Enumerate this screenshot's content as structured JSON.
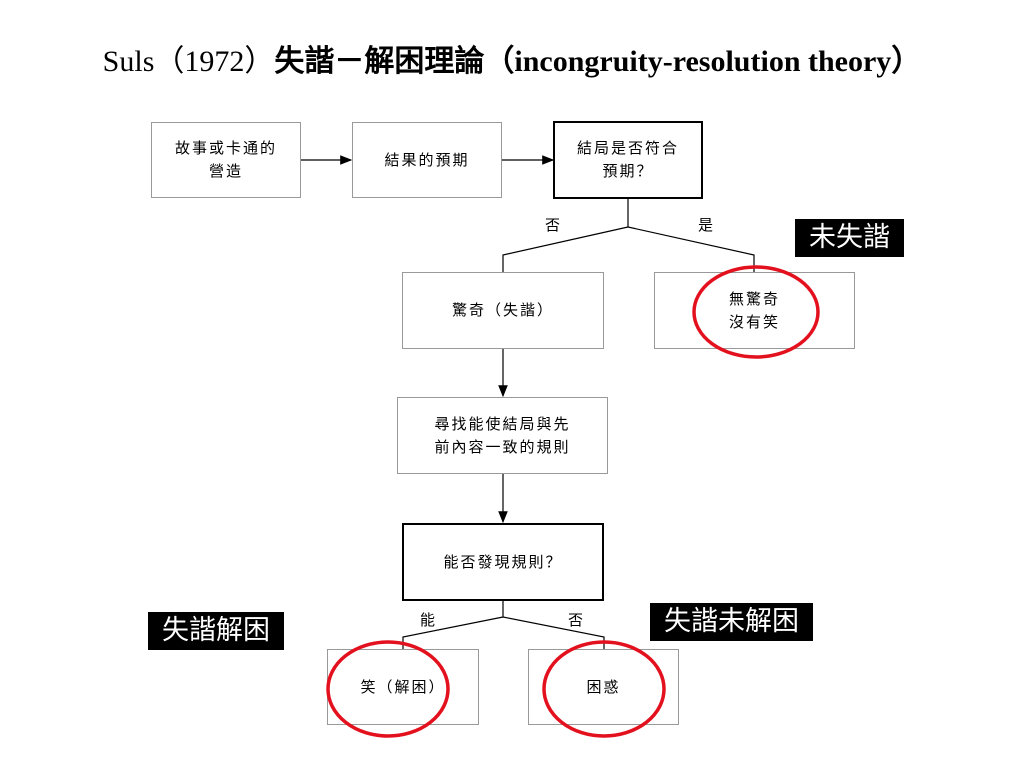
{
  "title": {
    "prefix": "Suls（1972）",
    "bold": "失諧－解困理論（incongruity-resolution theory）"
  },
  "boxes": {
    "story": "故事或卡通的\n營造",
    "expect": "結果的預期",
    "match": "結局是否符合\n預期？",
    "surprise": "驚奇（失諧）",
    "nosurprise": "無驚奇\n沒有笑",
    "search": "尋找能使結局與先\n前內容一致的規則",
    "found": "能否發現規則？",
    "laugh": "笑（解困）",
    "confused": "困惑"
  },
  "branches": {
    "no1": "否",
    "yes1": "是",
    "can": "能",
    "no2": "否"
  },
  "tags": {
    "no_incongruity": "未失諧",
    "resolved": "失諧解困",
    "unresolved": "失諧未解困"
  },
  "colors": {
    "highlight_circle": "#e3101d",
    "tag_bg": "#000000",
    "tag_text": "#ffffff"
  }
}
